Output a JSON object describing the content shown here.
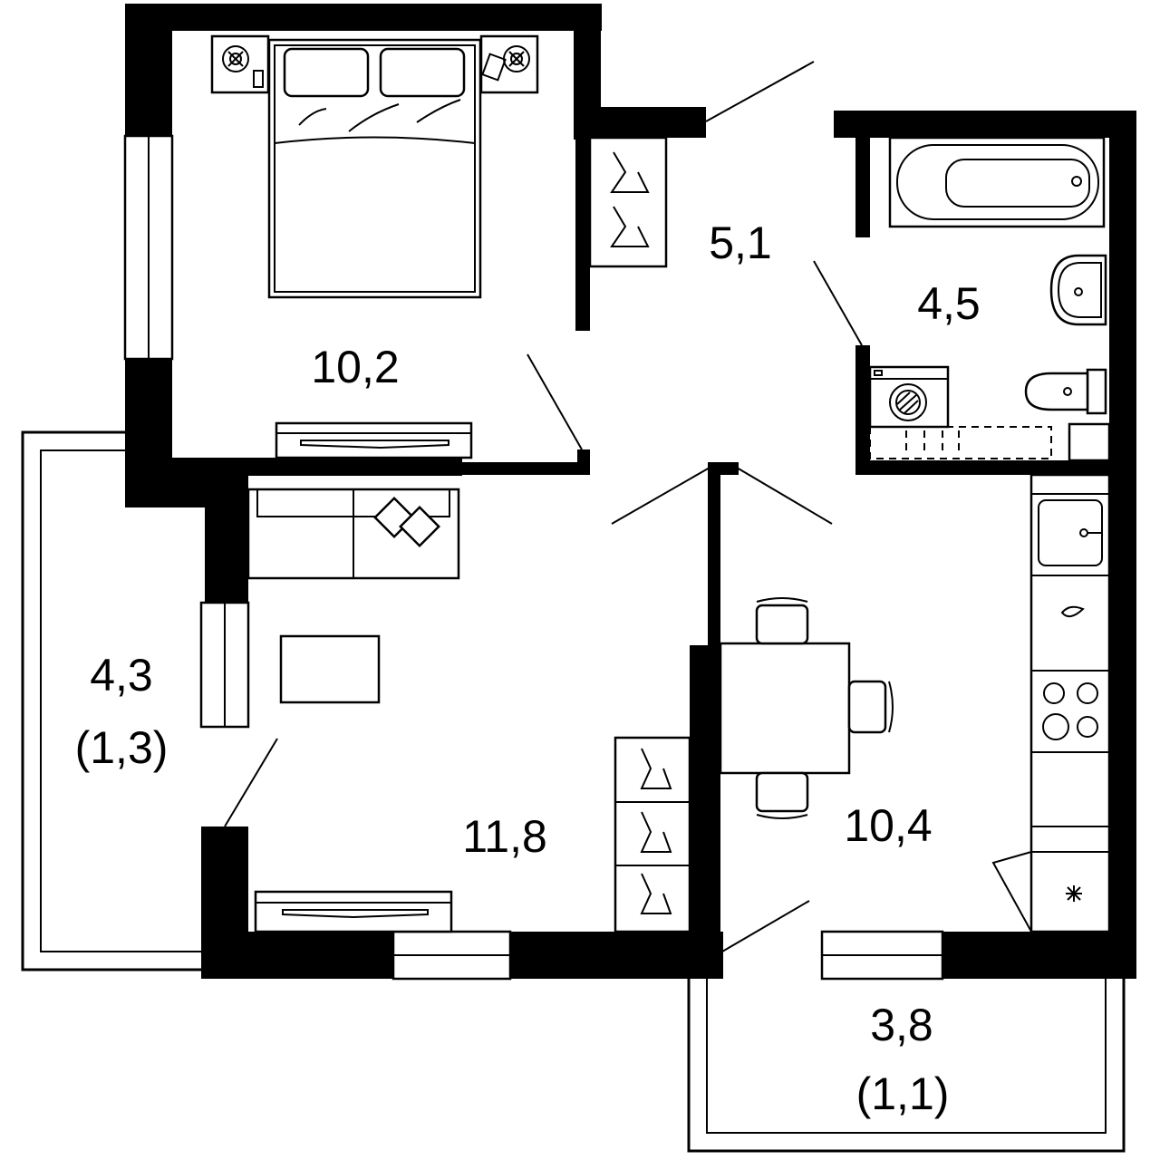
{
  "rooms": {
    "bedroom": {
      "area": "10,2"
    },
    "hall": {
      "area": "5,1"
    },
    "bathroom": {
      "area": "4,5"
    },
    "living_room": {
      "area": "11,8"
    },
    "kitchen": {
      "area": "10,4"
    },
    "balcony_left": {
      "area": "4,3",
      "reduced_area": "(1,3)"
    },
    "balcony_right": {
      "area": "3,8",
      "reduced_area": "(1,1)"
    }
  },
  "colors": {
    "wall": "#000000",
    "background": "#ffffff"
  }
}
